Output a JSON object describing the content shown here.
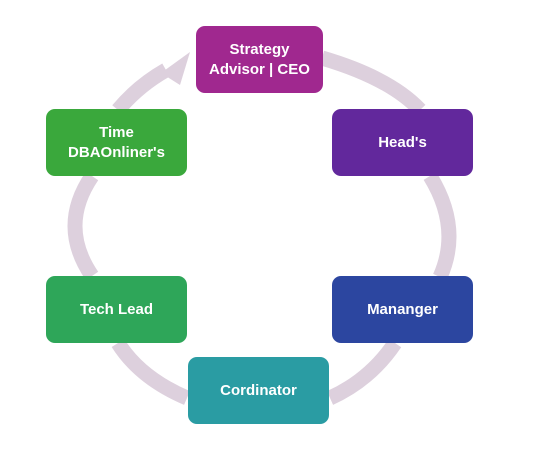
{
  "diagram": {
    "ring_color": "#ddd0dd",
    "nodes": [
      {
        "id": "ceo",
        "lines": [
          "Strategy",
          "Advisor | CEO"
        ],
        "color": "#a0288f"
      },
      {
        "id": "heads",
        "lines": [
          "Head's"
        ],
        "color": "#62289c"
      },
      {
        "id": "manager",
        "lines": [
          "Mananger"
        ],
        "color": "#2c46a0"
      },
      {
        "id": "coord",
        "lines": [
          "Cordinator"
        ],
        "color": "#2a9ca3"
      },
      {
        "id": "tech",
        "lines": [
          "Tech Lead"
        ],
        "color": "#2ea659"
      },
      {
        "id": "time",
        "lines": [
          "Time",
          "DBAOnliner's"
        ],
        "color": "#3aa83c"
      }
    ]
  }
}
